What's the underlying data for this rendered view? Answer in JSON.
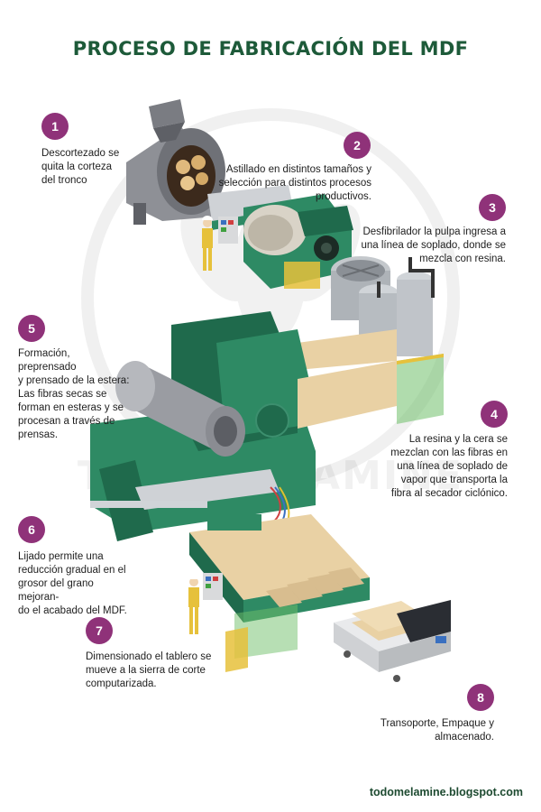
{
  "title": "PROCESO DE FABRICACIÓN DEL MDF",
  "watermark": "TODOMELAMINE",
  "footer_url": "todomelamine.blogspot.com",
  "colors": {
    "badge": "#8f3279",
    "title": "#1d5a39",
    "machine_green": "#2e8a64",
    "dark_green": "#1f6a4c",
    "wood": "#e9d1a4",
    "safety_yellow": "#e6c13b"
  },
  "steps": [
    {
      "number": "1",
      "lines": [
        "Descortezado se",
        "quita la corteza",
        "del tronco"
      ]
    },
    {
      "number": "2",
      "lines": [
        "Astillado en distintos tamaños y",
        "selección para distintos procesos",
        "productivos."
      ]
    },
    {
      "number": "3",
      "lines": [
        "Desfibrilador la pulpa ingresa a",
        "una línea de soplado, donde se",
        "mezcla con resina."
      ]
    },
    {
      "number": "4",
      "lines": [
        "La resina y la cera se",
        "mezclan con las fibras en",
        "una línea de soplado de",
        "vapor que transporta la",
        "fibra al secador ciclónico."
      ]
    },
    {
      "number": "5",
      "lines": [
        "Formación, preprensado",
        "y prensado de la estera:",
        "Las fibras secas se",
        "forman en esteras y se",
        "procesan a través de",
        "prensas."
      ]
    },
    {
      "number": "6",
      "lines": [
        "Lijado permite una",
        "reducción gradual en el",
        "grosor del grano mejoran-",
        "do el acabado del MDF."
      ]
    },
    {
      "number": "7",
      "lines": [
        "Dimensionado el tablero se",
        "mueve a la sierra de corte",
        "computarizada."
      ]
    },
    {
      "number": "8",
      "lines": [
        "Transoporte, Empaque y",
        "almacenado."
      ]
    }
  ]
}
